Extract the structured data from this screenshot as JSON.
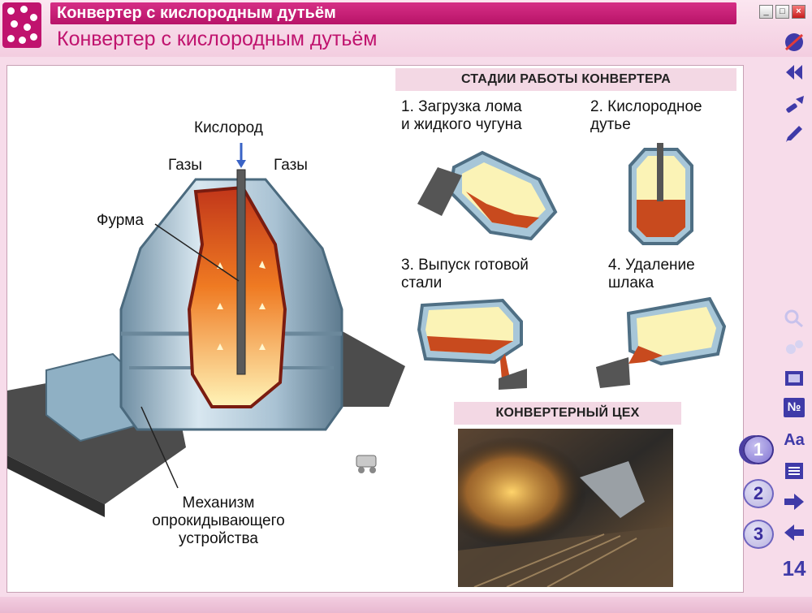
{
  "window": {
    "title": "Конвертер с кислородным дутьём",
    "heading": "Конвертер с кислородным дутьём",
    "controls": [
      "_",
      "□",
      "×"
    ]
  },
  "diagram": {
    "labels": {
      "oxygen": "Кислород",
      "gases_left": "Газы",
      "gases_right": "Газы",
      "lance": "Фурма",
      "mechanism_line1": "Механизм",
      "mechanism_line2": "опрокидывающего",
      "mechanism_line3": "устройства"
    }
  },
  "stages": {
    "title": "СТАДИИ РАБОТЫ КОНВЕРТЕРА",
    "items": [
      {
        "line1": "1. Загрузка лома",
        "line2": "и жидкого чугуна"
      },
      {
        "line1": "2. Кислородное",
        "line2": "дутье"
      },
      {
        "line1": "3. Выпуск готовой",
        "line2": "стали"
      },
      {
        "line1": "4. Удаление",
        "line2": "шлака"
      }
    ]
  },
  "workshop": {
    "title": "КОНВЕРТЕРНЫЙ ЦЕХ"
  },
  "sidebar": {
    "tools": [
      "no-sound-icon",
      "rewind-icon",
      "flashlight-icon",
      "pencil-icon",
      "zoom-icon",
      "gears-icon",
      "film-icon",
      "number-icon",
      "font-icon",
      "list-icon",
      "arrow-right-icon",
      "arrow-left-icon"
    ],
    "font_label": "Aa",
    "number_label": "№",
    "steps": [
      "1",
      "2",
      "3"
    ],
    "page": "14"
  },
  "colors": {
    "accent": "#c0136e",
    "steel": "#9db8c9",
    "molten": "#c84a1e",
    "slag": "#fbf3b6",
    "step": "#6e64c0"
  }
}
